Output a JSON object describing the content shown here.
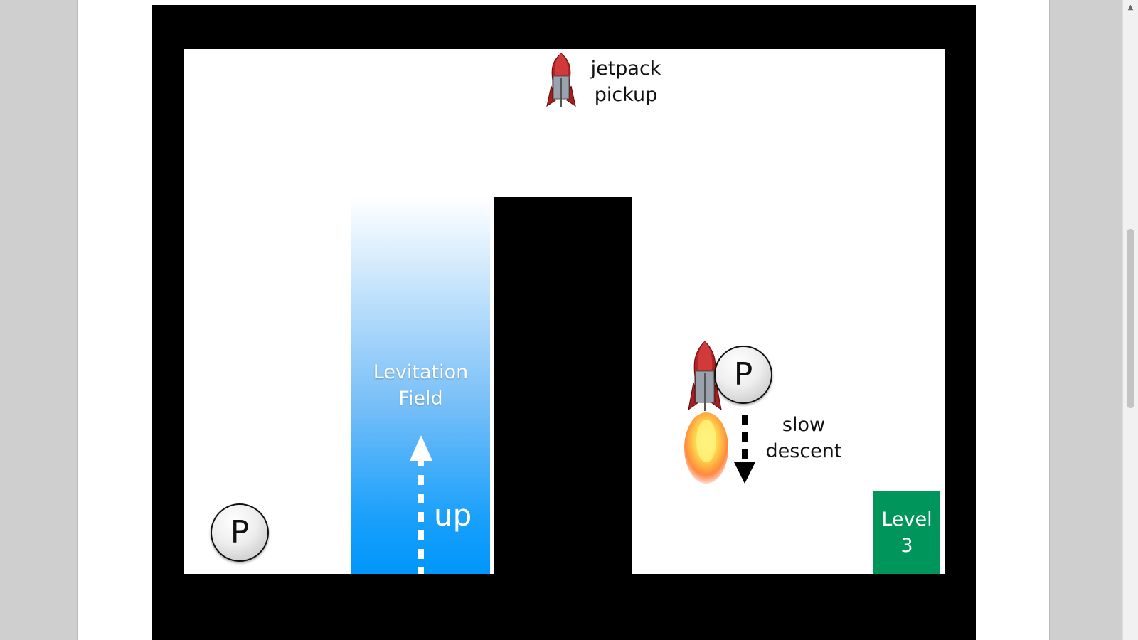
{
  "level": {
    "pickup_label": [
      "jetpack",
      "pickup"
    ],
    "field_label": [
      "Levitation",
      "Field"
    ],
    "field_direction": "up",
    "descent_label": [
      "slow",
      "descent"
    ],
    "player_glyph": "P",
    "exit_label": [
      "Level",
      "3"
    ]
  },
  "colors": {
    "frame": "#000000",
    "levitation_top": "#ffffff",
    "levitation_bottom": "#0096fa",
    "exit": "#00955a",
    "rocket": "#b22222"
  },
  "icons": {
    "pickup": "rocket-icon",
    "worn_jetpack": "rocket-icon",
    "flame": "flame-icon",
    "up_arrow": "dashed-arrow-up-icon",
    "down_arrow": "dashed-arrow-down-icon"
  }
}
